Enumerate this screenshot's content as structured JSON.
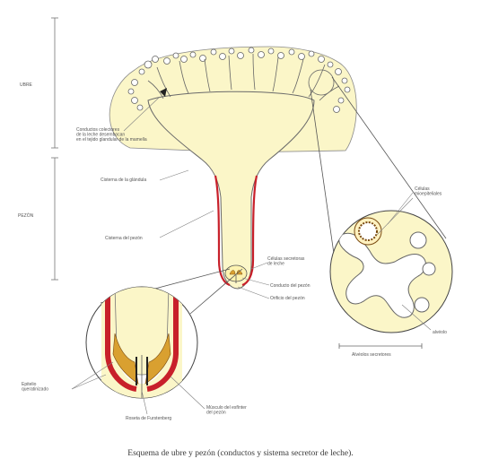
{
  "regions": {
    "udder": "UBRE",
    "teat": "PEZÓN"
  },
  "labels": {
    "collecting_ducts": [
      "Conductos colectores",
      "de la leche desembocan",
      "en el tejido glandular de la mamella"
    ],
    "gland_cistern": "Cisterna de la glándula",
    "teat_cistern": "Cisterna del pezón",
    "milk_secretory_cells": [
      "Células secretoras",
      "de leche"
    ],
    "teat_canal": "Conducto del pezón",
    "teat_orifice": "Orificio del pezón",
    "myoepithelial_cells": [
      "Células",
      "mioepiteliales"
    ],
    "alveolus": "alvéolo",
    "secretory_alveoli": "Alvéolos secretores",
    "keratinized_epithelium": [
      "Epitelio",
      "queratinizado"
    ],
    "sphincter_muscle": [
      "Músculo del esfínter",
      "del pezón"
    ],
    "furstenberg_rosette": "Roseta de Furstenberg"
  },
  "caption": "Esquema de ubre y pezón (conductos y sistema secretor de leche).",
  "colors": {
    "tissue": "#fbf6c8",
    "duct_wall": "#c8202a",
    "sphincter": "#d9a030",
    "outline": "#6a6a6a",
    "leader": "#808080"
  }
}
